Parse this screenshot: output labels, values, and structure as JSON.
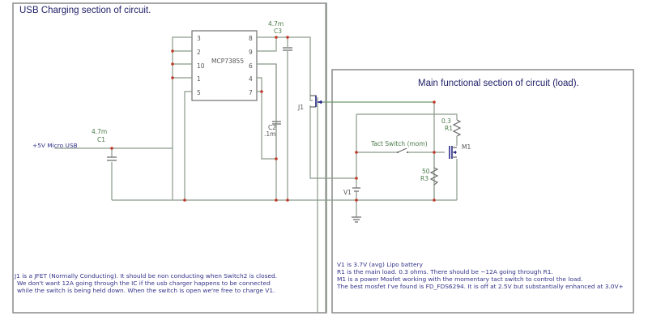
{
  "sections": {
    "usb": {
      "title": "USB Charging section of circuit.",
      "note_lines": [
        "J1 is a JFET (Normally Conducting).  It should be non conducting when Switch2 is closed.",
        "We don't want 12A going through the IC if the usb charger happens to be connected",
        "while the switch is being held down.  When the switch is open we're free to charge V1."
      ]
    },
    "main": {
      "title": "Main functional section of circuit (load).",
      "note_lines": [
        "V1 is 3.7V (avg) Lipo battery",
        "R1 is the main load.  0.3 ohms.  There should be ~12A going through R1.",
        "M1 is a power Mosfet working with the momentary tact switch to control the load.",
        "The best mosfet I've found is FD_FDS6294.  It is off at 2.5V but substantially enhanced at 3.0V+"
      ]
    }
  },
  "ic": {
    "name": "MCP73855",
    "left_pins": [
      "3",
      "2",
      "10",
      "1",
      "5"
    ],
    "right_pins": [
      "8",
      "9",
      "6",
      "4",
      "7"
    ]
  },
  "components": {
    "c1": {
      "value": "4.7m",
      "ref": "C1"
    },
    "c2": {
      "value": ".1m",
      "ref": "C2"
    },
    "c3": {
      "value": "4.7m",
      "ref": "C3"
    },
    "j1": {
      "ref": "J1"
    },
    "r1": {
      "value": "0.3",
      "ref": "R1"
    },
    "r3": {
      "value": "50",
      "ref": "R3"
    },
    "m1": {
      "ref": "M1"
    },
    "v1": {
      "ref": "V1"
    },
    "switch": {
      "label": "Tact Switch (mom)"
    },
    "input": {
      "label": "+5V Micro USB"
    }
  },
  "colors": {
    "wire": "#8a9a8a",
    "junction": "#c0392b",
    "title": "#22226a",
    "fet": "#2a2a8a"
  }
}
